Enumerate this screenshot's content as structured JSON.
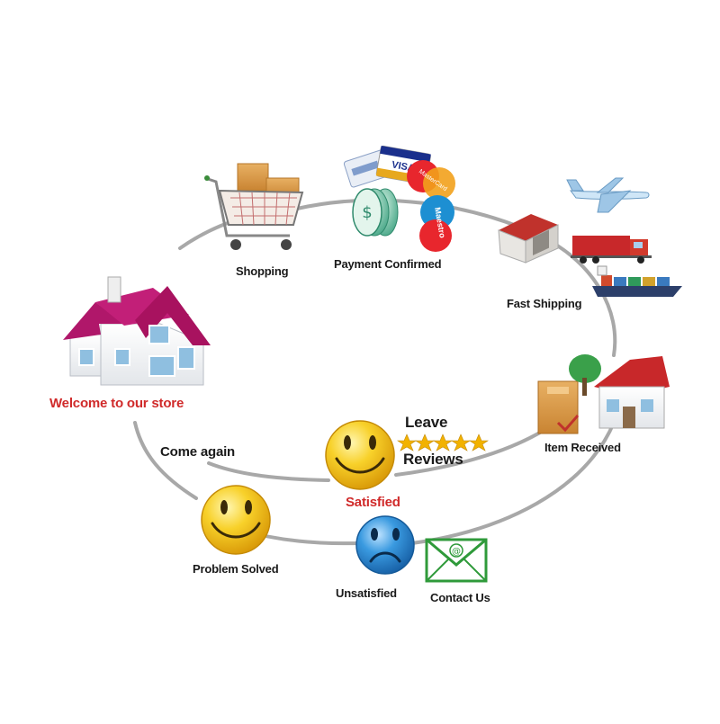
{
  "diagram": {
    "steps": {
      "shopping": "Shopping",
      "payment": "Payment Confirmed",
      "shipping": "Fast Shipping",
      "received": "Item Received",
      "leave": "Leave",
      "reviews": "Reviews",
      "satisfied": "Satisfied",
      "come_again": "Come again",
      "welcome": "Welcome to our store",
      "problem_solved": "Problem Solved",
      "unsatisfied": "Unsatisfied",
      "contact": "Contact Us"
    },
    "card_text": {
      "visa": "VISA",
      "mastercard": "MasterCard",
      "maestro": "Maestro"
    },
    "colors": {
      "path": "#a8a8a8",
      "accent_red": "#d02a2a",
      "roof": "#b0176a",
      "smiley": "#f6c51a",
      "sad": "#2f8fd8",
      "mail_green": "#2f9a3a"
    },
    "icons": [
      "shopping-cart-icon",
      "credit-cards-icon",
      "coins-icon",
      "warehouse-icon",
      "airplane-icon",
      "truck-icon",
      "cargo-ship-icon",
      "house-icon",
      "delivered-box-icon",
      "happy-face-icon",
      "sad-face-icon",
      "mail-icon",
      "stars-icon"
    ]
  }
}
